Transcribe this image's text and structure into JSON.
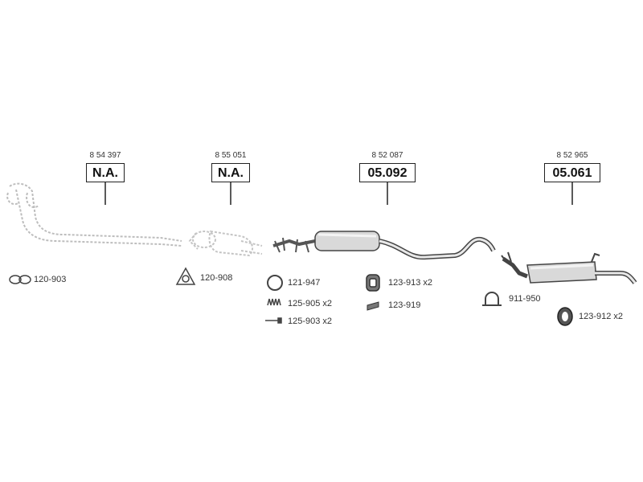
{
  "assemblies": [
    {
      "ref": "8 54 397",
      "code": "N.A."
    },
    {
      "ref": "8 55 051",
      "code": "N.A."
    },
    {
      "ref": "8 52 087",
      "code": "05.092"
    },
    {
      "ref": "8 52 965",
      "code": "05.061"
    }
  ],
  "parts": [
    {
      "icon": "gasket-ring-pair-icon",
      "label": "120-903"
    },
    {
      "icon": "triangle-flange-gasket-icon",
      "label": "120-908"
    },
    {
      "icon": "ring-gasket-icon",
      "label": "121-947"
    },
    {
      "icon": "spring-icon",
      "label": "125-905 x2"
    },
    {
      "icon": "bolt-icon",
      "label": "125-903 x2"
    },
    {
      "icon": "rubber-hanger-icon",
      "label": "123-913 x2"
    },
    {
      "icon": "clip-icon",
      "label": "123-919"
    },
    {
      "icon": "pipe-clamp-icon",
      "label": "911-950"
    },
    {
      "icon": "rubber-mount-icon",
      "label": "123-912 x2"
    }
  ]
}
